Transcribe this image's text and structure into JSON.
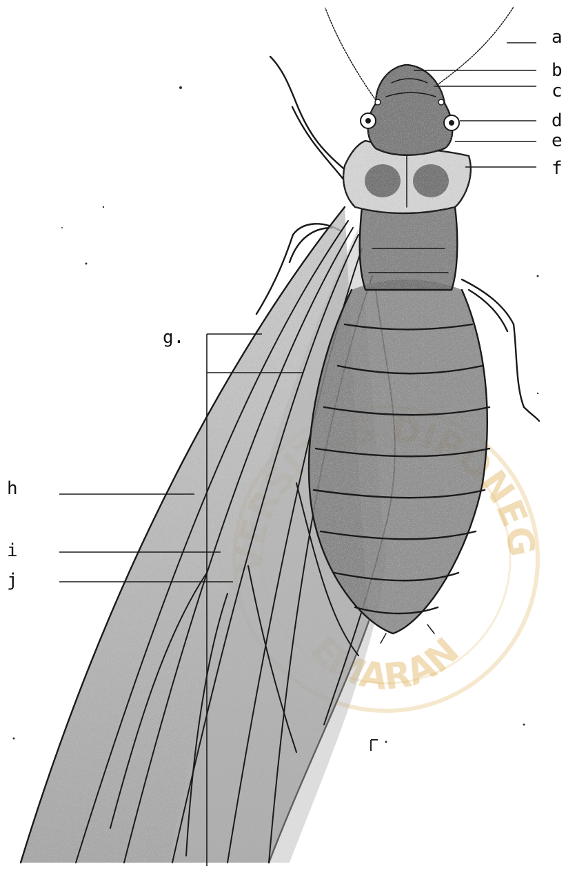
{
  "figure": {
    "callouts": [
      {
        "id": "a",
        "label": "a"
      },
      {
        "id": "b",
        "label": "b"
      },
      {
        "id": "c",
        "label": "c"
      },
      {
        "id": "d",
        "label": "d"
      },
      {
        "id": "e",
        "label": "e"
      },
      {
        "id": "f",
        "label": "f"
      },
      {
        "id": "g",
        "label": "g."
      },
      {
        "id": "h",
        "label": "h"
      },
      {
        "id": "i",
        "label": "i"
      },
      {
        "id": "j",
        "label": "j"
      }
    ],
    "watermark": {
      "top_text": "UNIVERSITAS DIPONEGORO",
      "bottom_text": "SEMARANG",
      "color": "#d9a33a"
    },
    "colors": {
      "ink": "#1a1a1a",
      "wing_shade": "#9a9a9a",
      "body_shade": "#7d7d7d",
      "background": "#ffffff"
    }
  }
}
